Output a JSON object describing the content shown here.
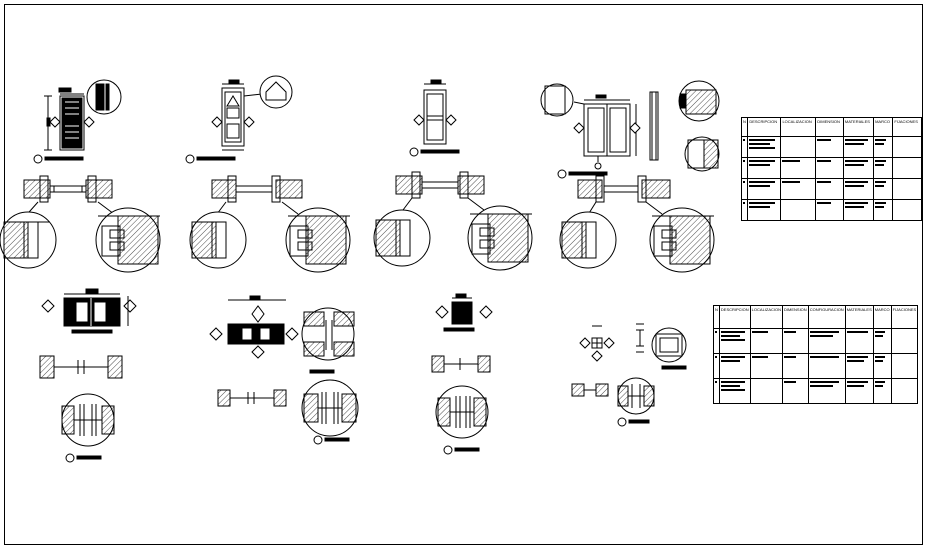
{
  "door_table": {
    "headers": [
      "N",
      "DESCRIPCION",
      "LOCALIZACION",
      "DIMENSION",
      "MATERIALES",
      "MARCO",
      "FIJACIONES"
    ],
    "rows": 4
  },
  "window_table": {
    "headers": [
      "N",
      "DESCRIPCION",
      "LOCALIZACION",
      "DIMENSION",
      "CONFIGURACION",
      "MATERIALES",
      "MARCO",
      "FIJACIONES"
    ],
    "rows": 3
  },
  "colors": {
    "line": "#000000",
    "background": "#ffffff"
  }
}
